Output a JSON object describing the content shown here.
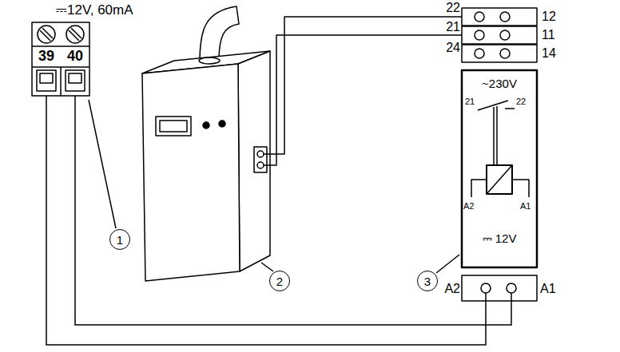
{
  "diagram": {
    "nodes": [
      {
        "text": [
          "⎓12V, 60mA",
          "39",
          "40"
        ]
      },
      {
        "text": [
          "1"
        ]
      },
      {
        "text": [
          "2"
        ]
      },
      {
        "text": [
          "3"
        ]
      },
      {
        "text": [
          "22",
          "12",
          "21",
          "11",
          "24",
          "14",
          "~230V",
          "21",
          "22",
          "A2",
          "A1",
          "⎓ 12V",
          "A2",
          "A1"
        ]
      }
    ],
    "edges": [
      {
        "from": 0,
        "to": 4,
        "arrow": "none"
      },
      {
        "from": 0,
        "to": 4,
        "arrow": "none"
      }
    ]
  }
}
